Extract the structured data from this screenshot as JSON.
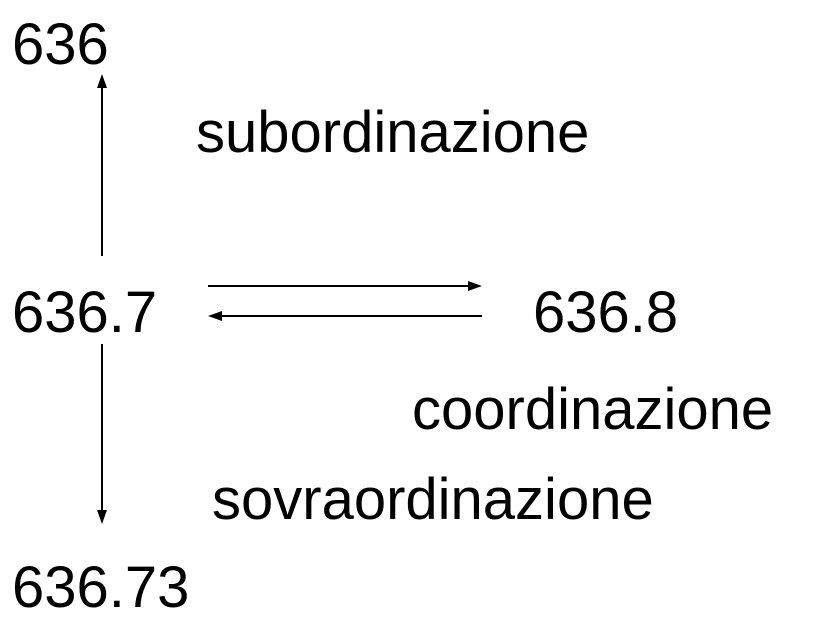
{
  "nodes": {
    "top": "636",
    "middle": "636.7",
    "right": "636.8",
    "bottom": "636.73"
  },
  "relations": {
    "subordination": "subordinazione",
    "coordination": "coordinazione",
    "superordination": "sovraordinazione"
  }
}
